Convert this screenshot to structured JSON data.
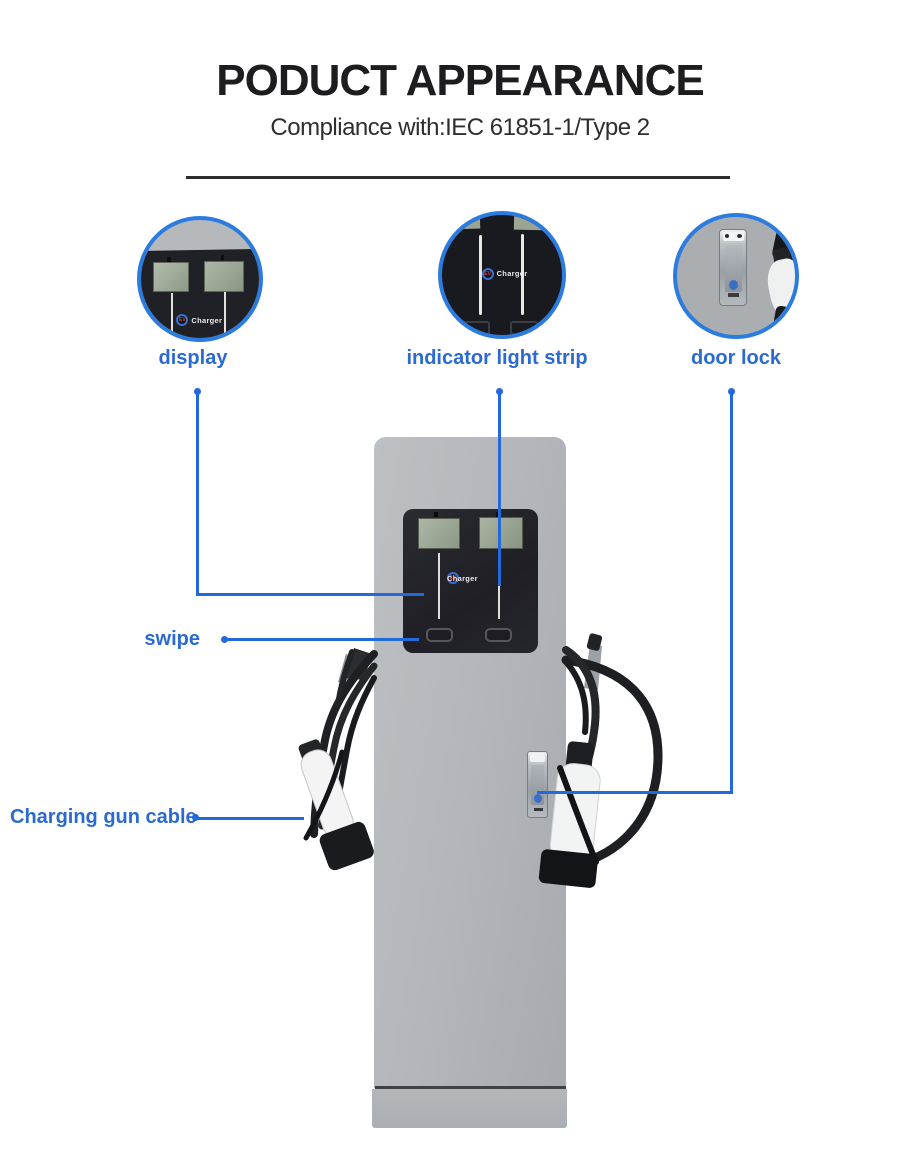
{
  "header": {
    "title": "PODUCT APPEARANCE",
    "subtitle": "Compliance with:IEC 61851-1/Type 2"
  },
  "callouts": {
    "display": "display",
    "indicator_light_strip": "indicator light strip",
    "door_lock": "door lock",
    "swipe": "swipe",
    "charging_gun_cable": "Charging gun cable"
  },
  "branding": {
    "logo_ev": "EV",
    "logo_charger": "Charger"
  },
  "colors": {
    "accent_blue": "#2169dc",
    "label_blue": "#2b6ad3",
    "circle_border_blue": "#2c7ce0",
    "title_black": "#1d1d1f",
    "pillar_grey": "#b3b6b9",
    "panel_black": "#232329",
    "lcd_green": "#a3ad9c"
  }
}
